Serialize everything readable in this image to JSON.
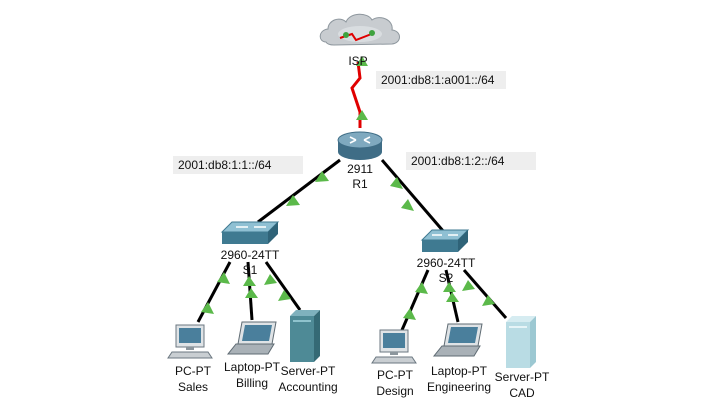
{
  "topology": {
    "networks": {
      "isp_r1": "2001:db8:1:a001::/64",
      "r1_s1": "2001:db8:1:1::/64",
      "r1_s2": "2001:db8:1:2::/64"
    },
    "devices": {
      "isp": {
        "name": "ISP",
        "icon": "cloud-icon"
      },
      "r1": {
        "model": "2911",
        "name": "R1",
        "icon": "router-icon"
      },
      "s1": {
        "model": "2960-24TT",
        "name": "S1",
        "icon": "switch-icon"
      },
      "s2": {
        "model": "2960-24TT",
        "name": "S2",
        "icon": "switch-icon"
      },
      "pc_sales": {
        "model": "PC-PT",
        "name": "Sales",
        "icon": "pc-icon"
      },
      "laptop_billing": {
        "model": "Laptop-PT",
        "name": "Billing",
        "icon": "laptop-icon"
      },
      "server_accounting": {
        "model": "Server-PT",
        "name": "Accounting",
        "icon": "server-icon"
      },
      "pc_design": {
        "model": "PC-PT",
        "name": "Design",
        "icon": "pc-icon"
      },
      "laptop_engineering": {
        "model": "Laptop-PT",
        "name": "Engineering",
        "icon": "laptop-icon"
      },
      "server_cad": {
        "model": "Server-PT",
        "name": "CAD",
        "icon": "server-icon"
      }
    },
    "colors": {
      "link": "#000000",
      "serial_link": "#e00000",
      "link_up": "#5bb94a",
      "router": "#5b8aa3",
      "switch": "#4f8ea8",
      "server_dark": "#4e8a96",
      "server_light": "#b9dce4"
    }
  }
}
